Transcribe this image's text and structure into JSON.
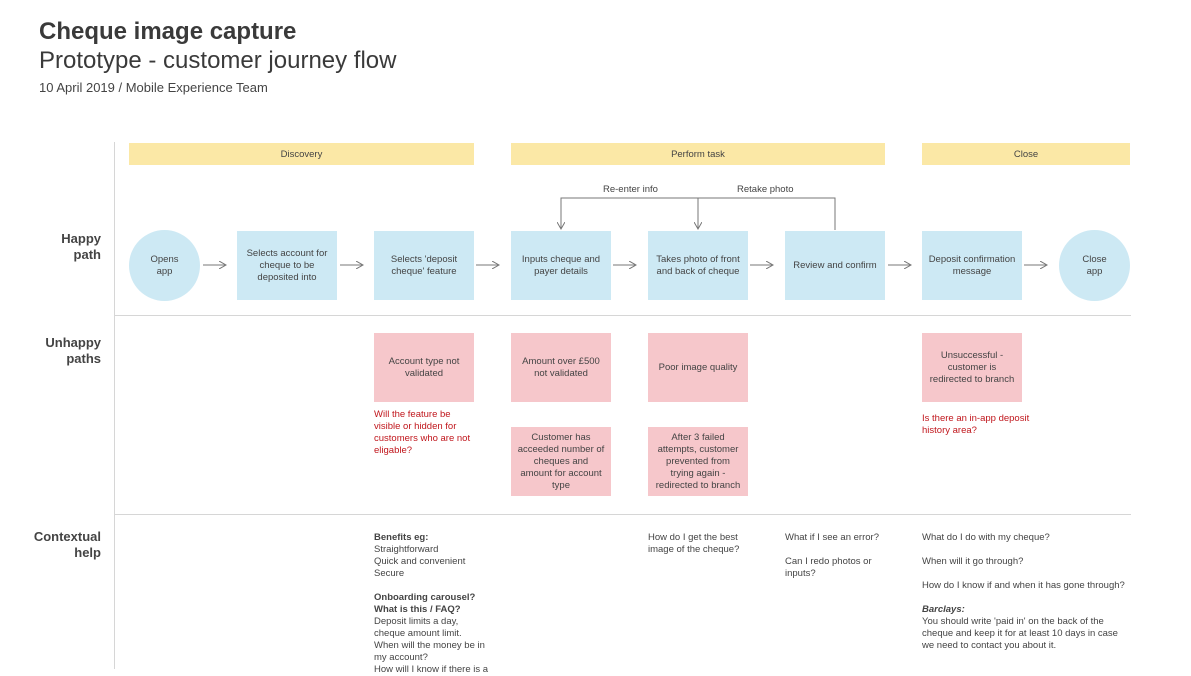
{
  "header": {
    "title": "Cheque image capture",
    "subtitle": "Prototype - customer journey flow",
    "meta": "10 April 2019 / Mobile Experience Team"
  },
  "phases": [
    "Discovery",
    "Perform task",
    "Close"
  ],
  "rows": {
    "happy": "Happy path",
    "unhappy": "Unhappy paths",
    "help": "Contextual help"
  },
  "loops": {
    "reenter": "Re-enter info",
    "retake": "Retake photo"
  },
  "happy_path": [
    "Opens app",
    "Selects account for cheque to be deposited into",
    "Selects 'deposit cheque' feature",
    "Inputs cheque and payer details",
    "Takes photo of front and back of cheque",
    "Review and confirm",
    "Deposit confirmation message",
    "Close app"
  ],
  "unhappy": {
    "account_type": "Account type not validated",
    "account_question": "Will the feature be visible or hidden for customers who are not eligable?",
    "amount_over": "Amount over £500 not validated",
    "exceeded": "Customer has acceeded number of cheques and amount for account type",
    "poor_image": "Poor image quality",
    "after_failed": "After 3 failed attempts, customer prevented from trying again - redirected to branch",
    "unsuccessful": "Unsuccessful - customer is redirected to branch",
    "history_question": "Is there an in-app deposit history area?"
  },
  "help": {
    "col1": {
      "benefits_heading": "Benefits eg:",
      "benefits": [
        "Straightforward",
        "Quick and convenient",
        "Secure"
      ],
      "onboarding_heading1": "Onboarding carousel?",
      "onboarding_heading2": "What is this / FAQ?",
      "lines": [
        "Deposit limits a day,",
        "cheque amount limit.",
        "When will the money be in",
        "my account?",
        "How will I know if there is a"
      ]
    },
    "col2": "How do I get the best image of the cheque?",
    "col3": [
      "What if I see an error?",
      "Can I redo photos or inputs?"
    ],
    "col4": {
      "q1": "What do I do with my cheque?",
      "q2": "When will it go through?",
      "q3": "How do I know if and when it has gone through?",
      "barclays_heading": "Barclays:",
      "barclays_text": "You should write 'paid in' on the back of the cheque and keep it for at least 10 days in case we need to contact you about it."
    }
  },
  "colors": {
    "phase": "#fbe8a6",
    "node": "#cde9f4",
    "unhappy": "#f6c7cb",
    "question": "#c0161c"
  }
}
